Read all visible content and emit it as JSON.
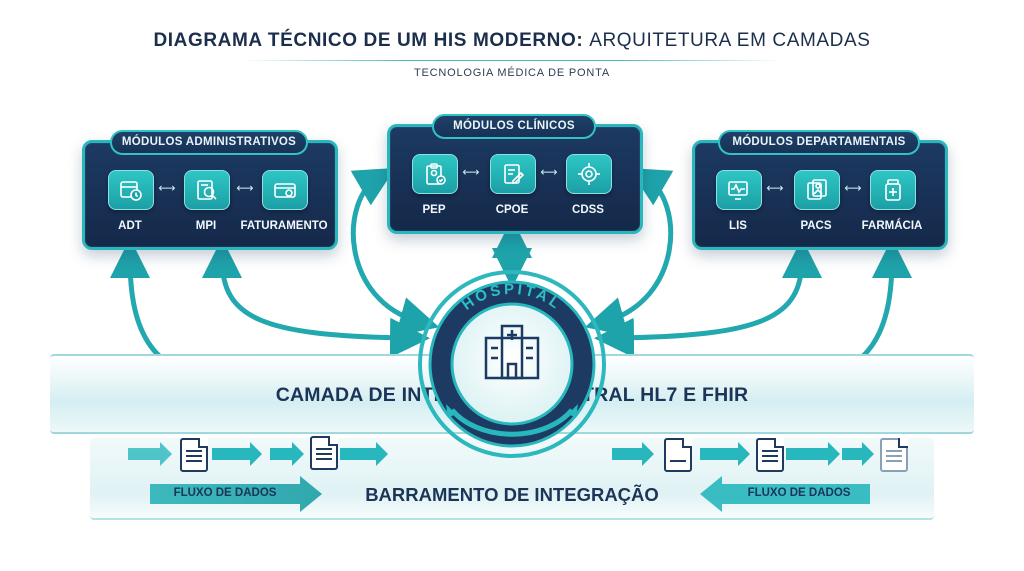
{
  "header": {
    "title_bold": "DIAGRAMA TÉCNICO DE UM HIS MODERNO:",
    "title_light": "ARQUITETURA EM CAMADAS",
    "subtitle": "TECNOLOGIA MÉDICA DE PONTA"
  },
  "modules": {
    "administrative": {
      "title": "MÓDULOS ADMINISTRATIVOS",
      "items": [
        {
          "label": "ADT",
          "icon": "calendar-clock-icon"
        },
        {
          "label": "MPI",
          "icon": "patient-search-icon"
        },
        {
          "label": "FATURAMENTO",
          "icon": "billing-card-icon"
        }
      ]
    },
    "clinical": {
      "title": "MÓDULOS CLÍNICOS",
      "items": [
        {
          "label": "PEP",
          "icon": "clipboard-patient-icon"
        },
        {
          "label": "CPOE",
          "icon": "order-entry-icon"
        },
        {
          "label": "CDSS",
          "icon": "brain-chip-icon"
        }
      ]
    },
    "departmental": {
      "title": "MÓDULOS DEPARTAMENTAIS",
      "items": [
        {
          "label": "LIS",
          "icon": "lab-monitor-icon"
        },
        {
          "label": "PACS",
          "icon": "image-files-icon"
        },
        {
          "label": "FARMÁCIA",
          "icon": "pharmacy-bottle-icon"
        }
      ]
    }
  },
  "hub": {
    "label": "HOSPITAL",
    "icon": "hospital-building-icon"
  },
  "integration_layer": {
    "label": "CAMADA DE INTEGRAÇÃO CENTRAL HL7 E FHIR"
  },
  "bus": {
    "label": "BARRAMENTO DE INTEGRAÇÃO",
    "flow_left": "FLUXO DE DADOS",
    "flow_right": "FLUXO DE DADOS"
  },
  "colors": {
    "navy": "#1b3458",
    "teal": "#27b7bd",
    "panel": "#1d3a63"
  }
}
